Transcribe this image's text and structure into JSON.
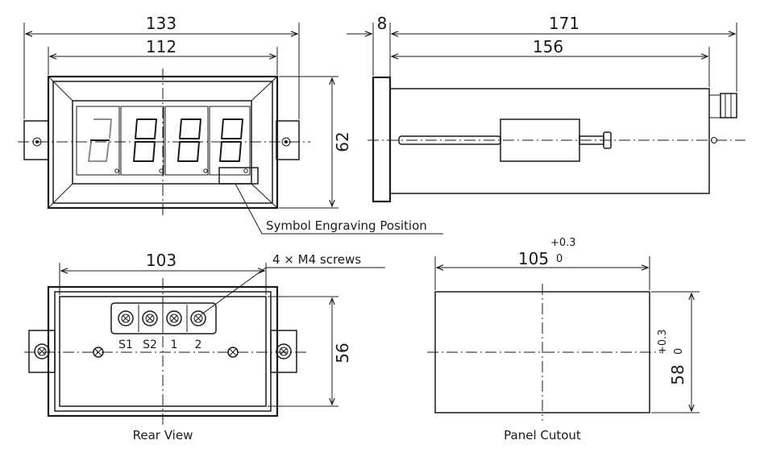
{
  "dimensions": {
    "overall_width": "133",
    "bezel_width": "112",
    "flange_depth": "8",
    "overall_depth": "171",
    "body_depth": "156",
    "height": "62",
    "rear_width": "103",
    "rear_height": "56",
    "cutout_width": "105",
    "cutout_width_tol_upper": "+0.3",
    "cutout_width_tol_lower": "0",
    "cutout_height": "58",
    "cutout_height_tol_upper": "+0.3",
    "cutout_height_tol_lower": "0"
  },
  "labels": {
    "symbol_engraving": "Symbol Engraving Position",
    "screws": "4 × M4 screws",
    "rear_view": "Rear View",
    "panel_cutout": "Panel Cutout"
  },
  "terminals": [
    "S1",
    "S2",
    "1",
    "2"
  ],
  "display_digits": [
    "-",
    "8",
    "8",
    "8"
  ],
  "colors": {
    "line": "#1a1a1a",
    "background": "#ffffff"
  }
}
